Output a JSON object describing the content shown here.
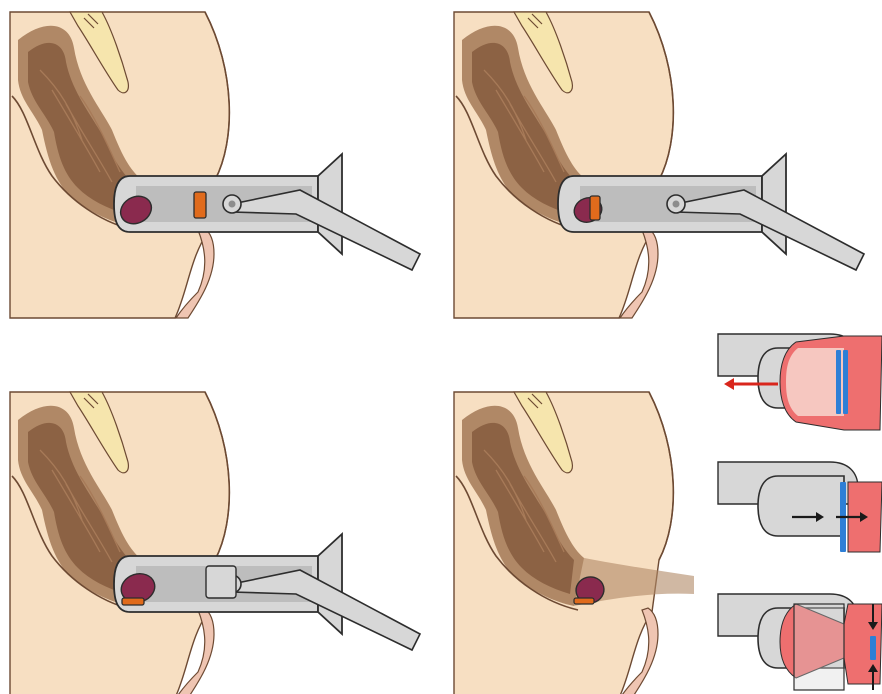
{
  "figure": {
    "panels": [
      {
        "id": "step-1",
        "content": "ligator-advanced-to-hemorrhoid"
      },
      {
        "id": "step-2",
        "content": "hemorrhoid-suctioned-into-drum"
      },
      {
        "id": "step-3",
        "content": "band-released-at-hemorrhoid-base"
      },
      {
        "id": "step-4",
        "content": "banded-hemorrhoid-after-removal"
      }
    ],
    "insets": [
      {
        "id": "inset-suction",
        "content": "tissue-pulled-into-drum"
      },
      {
        "id": "inset-release",
        "content": "band-pushed-off-drum"
      },
      {
        "id": "inset-constricted",
        "content": "band-constricts-tissue-neck"
      }
    ],
    "colors": {
      "background": "#ffffff",
      "buttock": "#f7dfc2",
      "skin_outline": "#6d4a33",
      "mucosa_outer": "#b08866",
      "mucosa_inner": "#8c6244",
      "mucosa_fold": "#a77a58",
      "sacrum": "#f6e5ad",
      "perineum": "#efc5b2",
      "instrument": "#d7d7d7",
      "instrument_dark": "#8d8d8d",
      "instrument_outline": "#2d2d2d",
      "hemorrhoid": "#8a2a4e",
      "hemorrhoid_highlight": "#c05a86",
      "band": "#e06b1c",
      "inset_band": "#2e7fd6",
      "tissue": "#ee6f6f",
      "tissue_light": "#f6c7c0",
      "arrow_red": "#d9261c",
      "arrow_black": "#1a1a1a"
    }
  }
}
